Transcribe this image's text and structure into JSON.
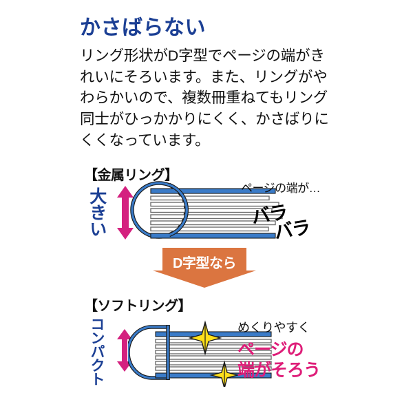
{
  "headline": "かさばらない",
  "body_copy": "リング形状がD字型でページの端がきれいにそろいます。また、リングがやわらかいので、複数冊重ねてもリング同士がひっかかりにくく、かさばりにくくなっています。",
  "sections": {
    "metal": {
      "label": "【金属リング】",
      "vertical_caption": "大きい",
      "annotation_top": "ページの端が…",
      "annotation_emphasis_1": "バラ",
      "annotation_emphasis_2": "バラ"
    },
    "soft": {
      "label": "【ソフトリング】",
      "vertical_caption": "コンパクト",
      "annotation_top": "めくりやすく",
      "annotation_emphasis_1": "ページの",
      "annotation_emphasis_2": "端がそろう"
    }
  },
  "banner": {
    "label": "D字型なら"
  },
  "icons": {
    "double_arrow_large": "double-arrow-vertical-icon",
    "double_arrow_small": "double-arrow-vertical-icon",
    "sparkle": "sparkle-star-icon",
    "down_arrow_banner": "down-arrow-banner-icon"
  },
  "colors": {
    "headline_blue": "#1b3f94",
    "ring_blue": "#3a7bc8",
    "cover_blue": "#3a7bc8",
    "magenta": "#de1d78",
    "arrow_magenta": "#d4217f",
    "banner_orange": "#db7540",
    "sparkle_yellow": "#ffe01b",
    "page_gray": "#6e6e6e",
    "text_black": "#111111"
  }
}
